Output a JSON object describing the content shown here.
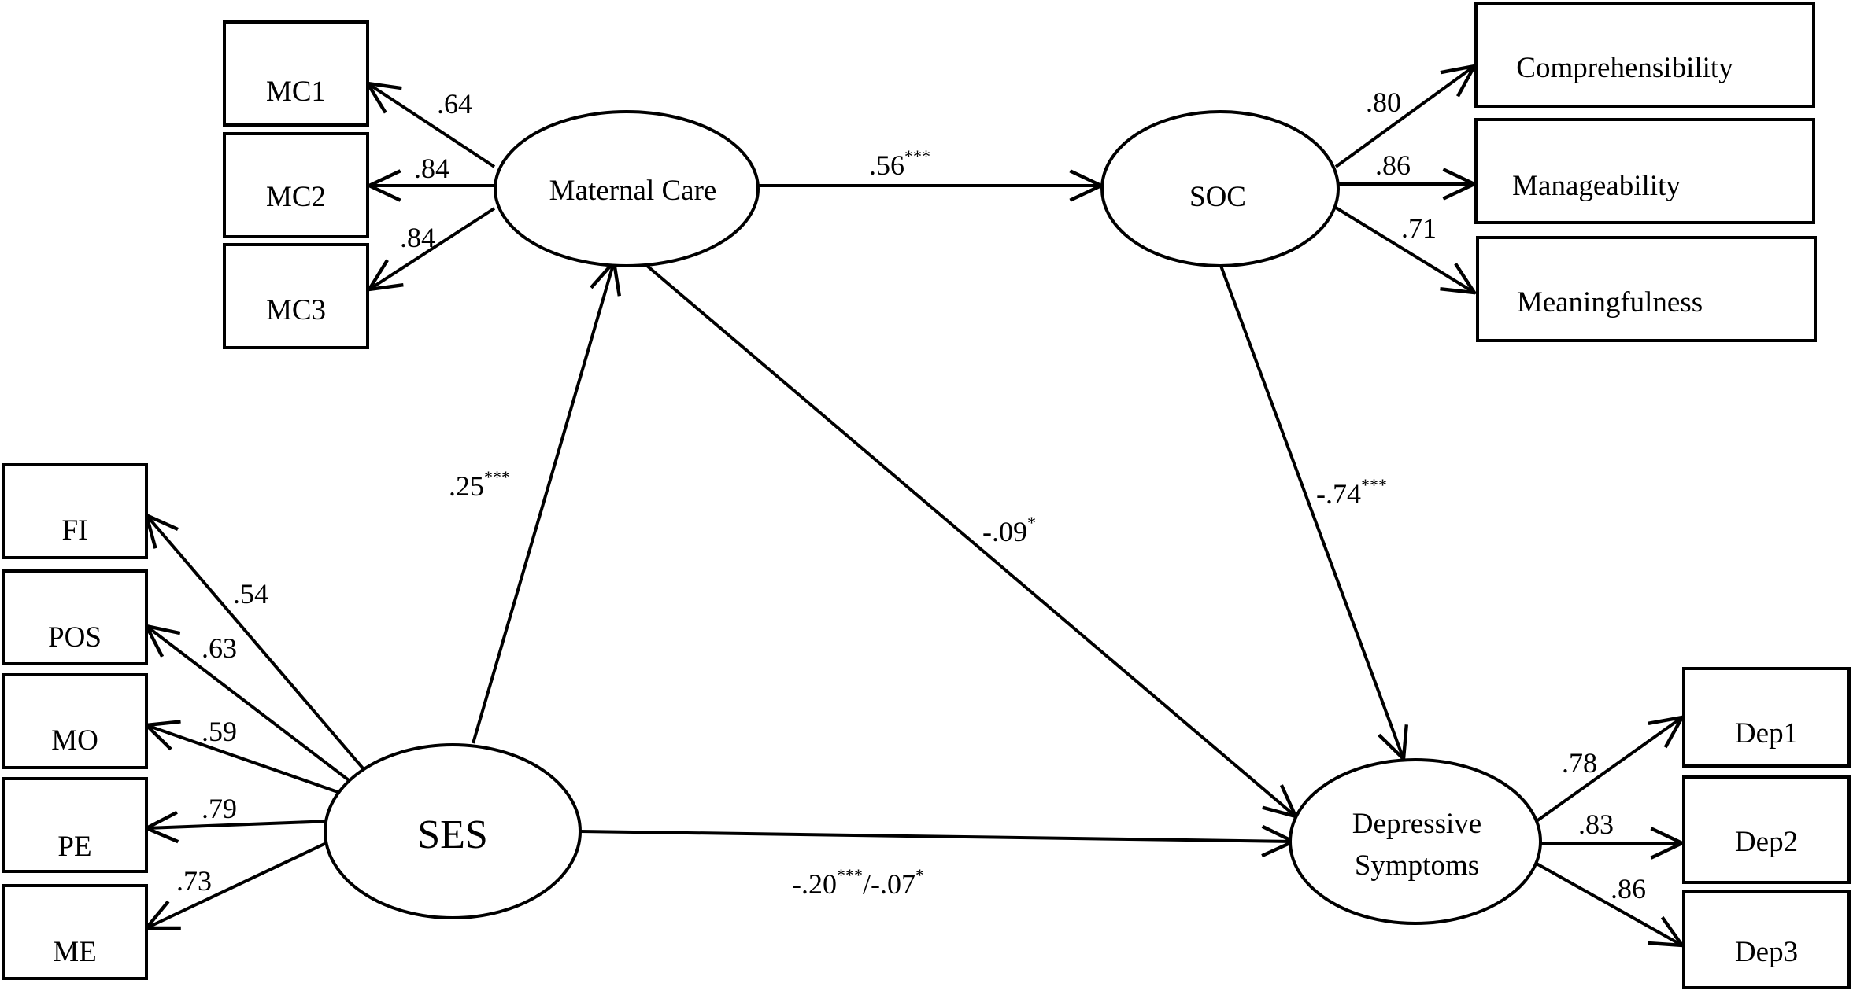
{
  "latent": {
    "maternal_care": "Maternal Care",
    "soc": "SOC",
    "ses": "SES",
    "depressive_line1": "Depressive",
    "depressive_line2": "Symptoms"
  },
  "indicators": {
    "mc": [
      "MC1",
      "MC2",
      "MC3"
    ],
    "soc": [
      "Comprehensibility",
      "Manageability",
      "Meaningfulness"
    ],
    "ses": [
      "FI",
      "POS",
      "MO",
      "PE",
      "ME"
    ],
    "dep": [
      "Dep1",
      "Dep2",
      "Dep3"
    ]
  },
  "loadings": {
    "mc": [
      ".64",
      ".84",
      ".84"
    ],
    "soc": [
      ".80",
      ".86",
      ".71"
    ],
    "ses": [
      ".54",
      ".63",
      ".59",
      ".79",
      ".73"
    ],
    "dep": [
      ".78",
      ".83",
      ".86"
    ]
  },
  "structural": {
    "mc_soc": {
      "value": ".56",
      "sig": "***"
    },
    "ses_mc": {
      "value": ".25",
      "sig": "***"
    },
    "mc_dep": {
      "value": "-.09",
      "sig": "*"
    },
    "soc_dep": {
      "value": "-.74",
      "sig": "***"
    },
    "ses_dep": {
      "value1": "-.20",
      "sig1": "***",
      "sep": "/",
      "value2": "-.07",
      "sig2": "*"
    }
  }
}
